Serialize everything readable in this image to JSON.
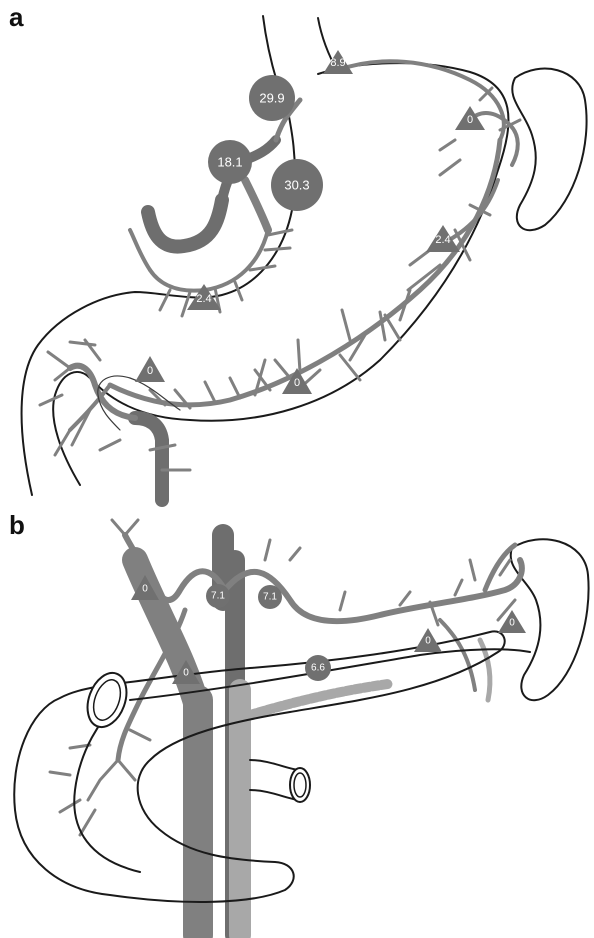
{
  "panels": [
    {
      "letter": "a",
      "nodes": [
        {
          "label": "8.9",
          "shape": "triangle"
        },
        {
          "label": "29.9",
          "shape": "circle"
        },
        {
          "label": "0",
          "shape": "triangle"
        },
        {
          "label": "18.1",
          "shape": "circle"
        },
        {
          "label": "30.3",
          "shape": "circle"
        },
        {
          "label": "2.4",
          "shape": "triangle"
        },
        {
          "label": "2.4",
          "shape": "triangle"
        },
        {
          "label": "0",
          "shape": "triangle"
        },
        {
          "label": "0",
          "shape": "triangle"
        }
      ]
    },
    {
      "letter": "b",
      "nodes": [
        {
          "label": "0",
          "shape": "triangle"
        },
        {
          "label": "7.1",
          "shape": "circle"
        },
        {
          "label": "7.1",
          "shape": "circle"
        },
        {
          "label": "0",
          "shape": "triangle"
        },
        {
          "label": "0",
          "shape": "triangle"
        },
        {
          "label": "0",
          "shape": "triangle"
        },
        {
          "label": "6.6",
          "shape": "circle"
        }
      ]
    }
  ],
  "colors": {
    "outline": "#1a1a1a",
    "vessel": "#808080",
    "vessel_dark": "#6e6e6e",
    "vessel_light": "#a8a8a8",
    "node_fill": "#707070",
    "node_text": "#ffffff"
  }
}
